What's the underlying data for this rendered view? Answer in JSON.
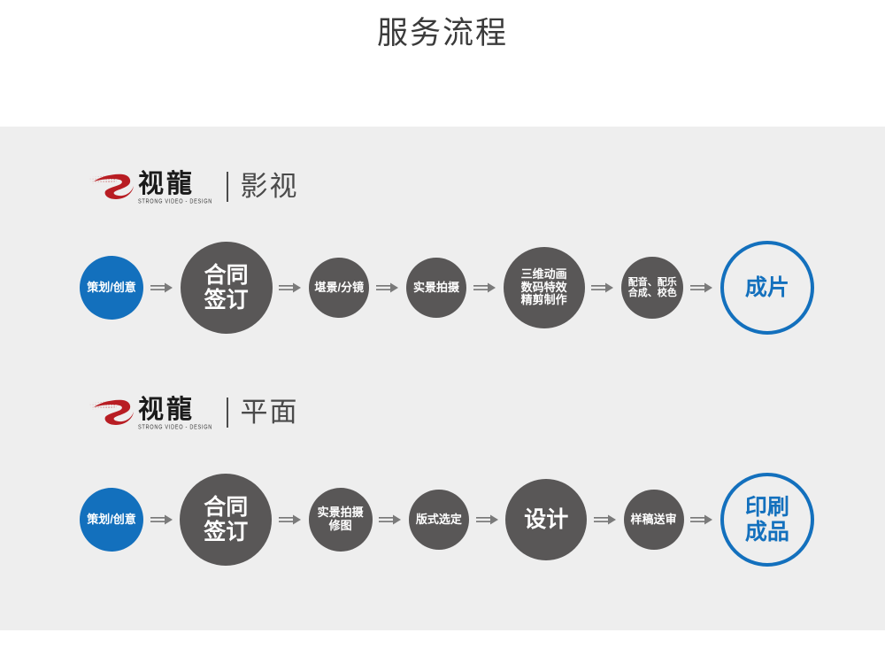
{
  "page": {
    "title": "服务流程",
    "background_white": "#ffffff",
    "background_gray": "#eeeeee"
  },
  "colors": {
    "accent_blue": "#1370bd",
    "node_gray": "#595757",
    "arrow_gray": "#7a7a7a",
    "logo_red": "#b81d23",
    "title_text": "#3b3b3b"
  },
  "sections": [
    {
      "logo": {
        "brand_cn": "视龍",
        "brand_sub": "STRONG VIDEO - DESIGN",
        "category": "影视",
        "mark": "s-swoosh-logo-icon"
      },
      "nodes": [
        {
          "label": "策划/创意",
          "style": "blue-fill",
          "w": 72,
          "h": 72,
          "fs": 13
        },
        {
          "label": "合同\n签订",
          "style": "gray-fill",
          "w": 104,
          "h": 104,
          "fs": 25
        },
        {
          "label": "堪景/分镜",
          "style": "gray-fill",
          "w": 68,
          "h": 68,
          "fs": 13
        },
        {
          "label": "实景拍摄",
          "style": "gray-fill",
          "w": 68,
          "h": 68,
          "fs": 13
        },
        {
          "label": "三维动画\n数码特效\n精剪制作",
          "style": "gray-fill",
          "w": 92,
          "h": 92,
          "fs": 13
        },
        {
          "label": "配音、配乐\n合成、校色",
          "style": "gray-fill",
          "w": 70,
          "h": 70,
          "fs": 11
        },
        {
          "label": "成片",
          "style": "blue-outline",
          "w": 106,
          "h": 106,
          "fs": 25
        }
      ]
    },
    {
      "logo": {
        "brand_cn": "视龍",
        "brand_sub": "STRONG VIDEO - DESIGN",
        "category": "平面",
        "mark": "s-swoosh-logo-icon"
      },
      "nodes": [
        {
          "label": "策划/创意",
          "style": "blue-fill",
          "w": 72,
          "h": 72,
          "fs": 13
        },
        {
          "label": "合同\n签订",
          "style": "gray-fill",
          "w": 104,
          "h": 104,
          "fs": 25
        },
        {
          "label": "实景拍摄\n修图",
          "style": "gray-fill",
          "w": 72,
          "h": 72,
          "fs": 13
        },
        {
          "label": "版式选定",
          "style": "gray-fill",
          "w": 68,
          "h": 68,
          "fs": 13
        },
        {
          "label": "设计",
          "style": "gray-fill",
          "w": 92,
          "h": 92,
          "fs": 25
        },
        {
          "label": "样稿送审",
          "style": "gray-fill",
          "w": 68,
          "h": 68,
          "fs": 13
        },
        {
          "label": "印刷\n成品",
          "style": "blue-outline",
          "w": 106,
          "h": 106,
          "fs": 25
        }
      ]
    }
  ]
}
